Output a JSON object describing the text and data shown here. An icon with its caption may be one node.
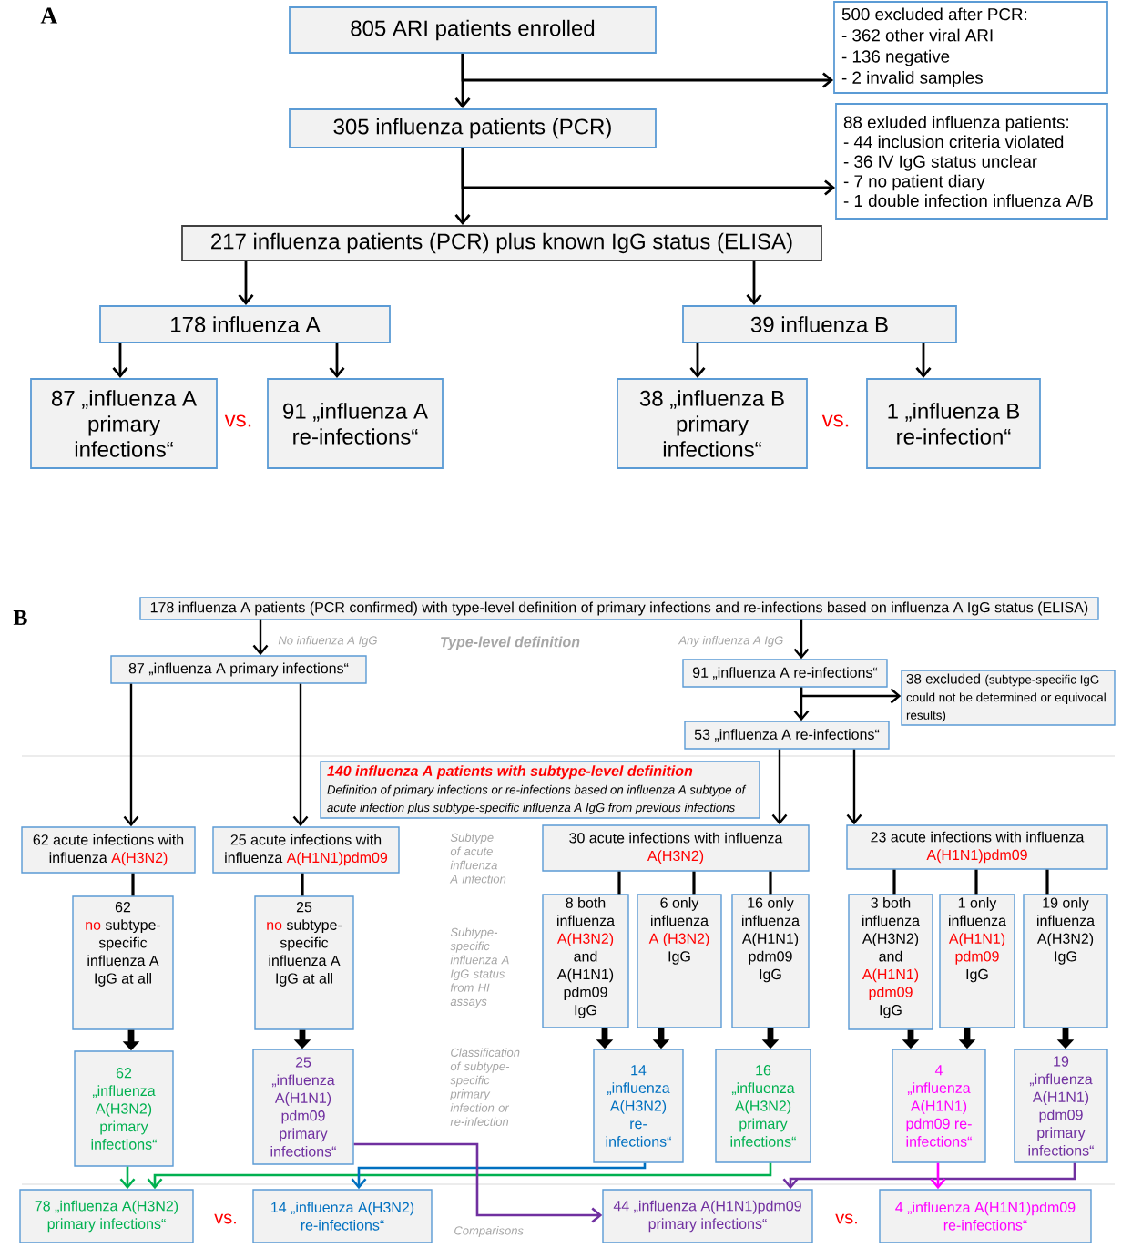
{
  "diagram": {
    "nodes": [
      {
        "text": [
          "805 ARI patients enrolled"
        ]
      },
      {
        "text": [
          "500 excluded after PCR:",
          "- 362 other viral ARI",
          "- 136 negative",
          "- 2 invalid samples"
        ]
      },
      {
        "text": [
          "305 influenza patients (PCR)"
        ]
      },
      {
        "text": [
          "88 exluded influenza patients:",
          "- 44 inclusion criteria violated",
          "- 36 IV IgG status unclear",
          "- 7 no patient diary",
          "- 1 double infection influenza A/B"
        ]
      },
      {
        "text": [
          "217 influenza patients (PCR) plus known IgG status (ELISA)"
        ]
      },
      {
        "text": [
          "178 influenza A"
        ]
      },
      {
        "text": [
          "39 influenza B"
        ]
      },
      {
        "text": [
          "87 „influenza A primary infections“"
        ]
      },
      {
        "text": [
          "91 „influenza A re-infections“"
        ]
      },
      {
        "text": [
          "38 „influenza B primary infections“"
        ]
      },
      {
        "text": [
          "1 „influenza B re-infection“"
        ]
      },
      {
        "text": [
          "178 influenza A patients (PCR confirmed) with type-level definition of primary infections and re-infections based on influenza A IgG status (ELISA)"
        ]
      },
      {
        "text": [
          "87 „influenza A primary infections“"
        ]
      },
      {
        "text": [
          "91 „influenza A re-infections“"
        ]
      },
      {
        "text": [
          "38 excluded",
          "(subtype-specific IgG could not be determined or equivocal results)"
        ]
      },
      {
        "text": [
          "53 „influenza A re-infections“"
        ]
      },
      {
        "text": [
          "140 influenza A patients with subtype-level definition",
          "Definition of primary infections or re-infections based on influenza A subtype of acute infection plus subtype-specific influenza A IgG from previous infections"
        ]
      },
      {
        "text": [
          "62 acute infections with influenza",
          "A(H3N2)"
        ]
      },
      {
        "text": [
          "25 acute infections with influenza",
          "A(H1N1)pdm09"
        ]
      },
      {
        "text": [
          "30 acute infections with influenza",
          "A(H3N2)"
        ]
      },
      {
        "text": [
          "23 acute infections with influenza",
          "A(H1N1)pdm09"
        ]
      },
      {
        "text": [
          "62",
          "no",
          "subtype-specific influenza A IgG at all"
        ]
      },
      {
        "text": [
          "25",
          "no",
          "subtype-specific influenza A IgG at all"
        ]
      },
      {
        "text": [
          "8 both influenza",
          "A(H3N2)",
          "and A(H1N1) pdm09 IgG"
        ]
      },
      {
        "text": [
          "6 only influenza",
          "A (H3N2)",
          "IgG"
        ]
      },
      {
        "text": [
          "16 only influenza A(H1N1) pdm09 IgG"
        ]
      },
      {
        "text": [
          "3 both influenza A(H3N2) and",
          "A(H1N1) pdm09",
          "IgG"
        ]
      },
      {
        "text": [
          "1 only influenza",
          "A(H1N1) pdm09",
          "IgG"
        ]
      },
      {
        "text": [
          "19 only influenza A(H3N2) IgG"
        ]
      },
      {
        "text": [
          "62 „influenza A(H3N2) primary infections“"
        ]
      },
      {
        "text": [
          "25 „influenza A(H1N1) pdm09 primary infections“"
        ]
      },
      {
        "text": [
          "14 „influenza A(H3N2) re-infections“"
        ]
      },
      {
        "text": [
          "16 „influenza A(H3N2) primary infections“"
        ]
      },
      {
        "text": [
          "4 „influenza A(H1N1) pdm09 re-infections“"
        ]
      },
      {
        "text": [
          "19 „influenza A(H1N1) pdm09 primary infections“"
        ]
      },
      {
        "text": [
          "78 „influenza A(H3N2) primary infections“"
        ]
      },
      {
        "text": [
          "14 „influenza A(H3N2) re-infections“"
        ]
      },
      {
        "text": [
          "44 „influenza A(H1N1)pdm09 primary infections“"
        ]
      },
      {
        "text": [
          "4 „influenza A(H1N1)pdm09 re-infections“"
        ]
      }
    ],
    "edges": [
      {
        "from": 0,
        "to": 2,
        "arrow": "to"
      },
      {
        "from": 0,
        "to": 1,
        "arrow": "to"
      },
      {
        "from": 2,
        "to": 4,
        "arrow": "to"
      },
      {
        "from": 2,
        "to": 3,
        "arrow": "to"
      },
      {
        "from": 4,
        "to": 5,
        "arrow": "to"
      },
      {
        "from": 4,
        "to": 6,
        "arrow": "to"
      },
      {
        "from": 5,
        "to": 7,
        "arrow": "to"
      },
      {
        "from": 5,
        "to": 8,
        "arrow": "to"
      },
      {
        "from": 6,
        "to": 9,
        "arrow": "to"
      },
      {
        "from": 6,
        "to": 10,
        "arrow": "to"
      },
      {
        "from": 11,
        "to": 12,
        "arrow": "to",
        "label": "No influenza A IgG"
      },
      {
        "from": 11,
        "to": 13,
        "arrow": "to",
        "label": "Any influenza A IgG"
      },
      {
        "from": 13,
        "to": 15,
        "arrow": "to"
      },
      {
        "from": 13,
        "to": 14,
        "arrow": "to"
      },
      {
        "from": 12,
        "to": 17,
        "arrow": "to"
      },
      {
        "from": 12,
        "to": 18,
        "arrow": "to"
      },
      {
        "from": 15,
        "to": 19,
        "arrow": "to"
      },
      {
        "from": 15,
        "to": 20,
        "arrow": "to"
      },
      {
        "from": 17,
        "to": 21,
        "arrow": "none"
      },
      {
        "from": 18,
        "to": 22,
        "arrow": "none"
      },
      {
        "from": 19,
        "to": 23,
        "arrow": "none"
      },
      {
        "from": 19,
        "to": 24,
        "arrow": "none"
      },
      {
        "from": 19,
        "to": 25,
        "arrow": "none"
      },
      {
        "from": 20,
        "to": 26,
        "arrow": "none"
      },
      {
        "from": 20,
        "to": 27,
        "arrow": "none"
      },
      {
        "from": 20,
        "to": 28,
        "arrow": "none"
      },
      {
        "from": 21,
        "to": 29,
        "arrow": "to",
        "style": "thick"
      },
      {
        "from": 22,
        "to": 30,
        "arrow": "to",
        "style": "thick"
      },
      {
        "from": 23,
        "to": 31,
        "arrow": "to",
        "style": "thick"
      },
      {
        "from": 24,
        "to": 31,
        "arrow": "to",
        "style": "thick"
      },
      {
        "from": 25,
        "to": 32,
        "arrow": "to",
        "style": "thick"
      },
      {
        "from": 26,
        "to": 33,
        "arrow": "to",
        "style": "thick"
      },
      {
        "from": 27,
        "to": 33,
        "arrow": "to",
        "style": "thick"
      },
      {
        "from": 28,
        "to": 34,
        "arrow": "to",
        "style": "thick"
      },
      {
        "from": 29,
        "to": 35,
        "arrow": "to",
        "color": "#00b050"
      },
      {
        "from": 32,
        "to": 35,
        "arrow": "to",
        "color": "#00b050"
      },
      {
        "from": 31,
        "to": 36,
        "arrow": "to",
        "color": "#0070c0"
      },
      {
        "from": 30,
        "to": 37,
        "arrow": "to",
        "color": "#7030a0"
      },
      {
        "from": 34,
        "to": 37,
        "arrow": "to",
        "color": "#7030a0"
      },
      {
        "from": 33,
        "to": 38,
        "arrow": "to",
        "color": "#ff00ff"
      }
    ],
    "labels": [
      "A",
      "vs.",
      "vs.",
      "B",
      "Type-level definition",
      "Subtype of acute influenza A infection",
      "Subtype-specific influenza A IgG status from HI assays",
      "Classification of subtype-specific primary infection or re-infection",
      "vs.",
      "Comparisons",
      "vs."
    ]
  }
}
